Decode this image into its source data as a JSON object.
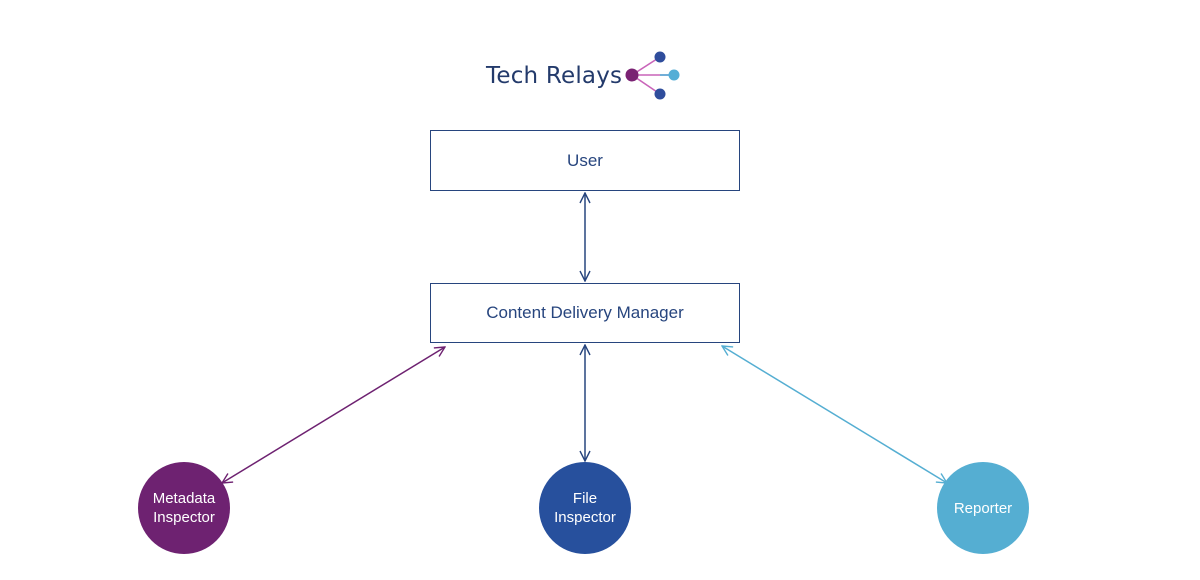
{
  "logo": {
    "text": "Tech Relays",
    "mark_icon": "relay-nodes-icon",
    "colors": {
      "text": "#233a6b",
      "purple": "#7a2273",
      "pink": "#c964b9",
      "navy": "#2f4d9c",
      "light_blue": "#55aed6"
    }
  },
  "diagram": {
    "nodes": {
      "user": {
        "label": "User",
        "shape": "rectangle",
        "border_color": "#27457e"
      },
      "content_delivery_manager": {
        "label": "Content Delivery Manager",
        "shape": "rectangle",
        "border_color": "#27457e"
      },
      "metadata_inspector": {
        "label": "Metadata Inspector",
        "shape": "circle",
        "fill": "#6e2271"
      },
      "file_inspector": {
        "label": "File Inspector",
        "shape": "circle",
        "fill": "#27509d"
      },
      "reporter": {
        "label": "Reporter",
        "shape": "circle",
        "fill": "#55aed2"
      }
    },
    "edges": [
      {
        "from": "user",
        "to": "content_delivery_manager",
        "direction": "both",
        "color": "#27457e"
      },
      {
        "from": "content_delivery_manager",
        "to": "metadata_inspector",
        "direction": "both",
        "color": "#6e2271"
      },
      {
        "from": "content_delivery_manager",
        "to": "file_inspector",
        "direction": "both",
        "color": "#27457e"
      },
      {
        "from": "content_delivery_manager",
        "to": "reporter",
        "direction": "both",
        "color": "#55aed2"
      }
    ]
  }
}
